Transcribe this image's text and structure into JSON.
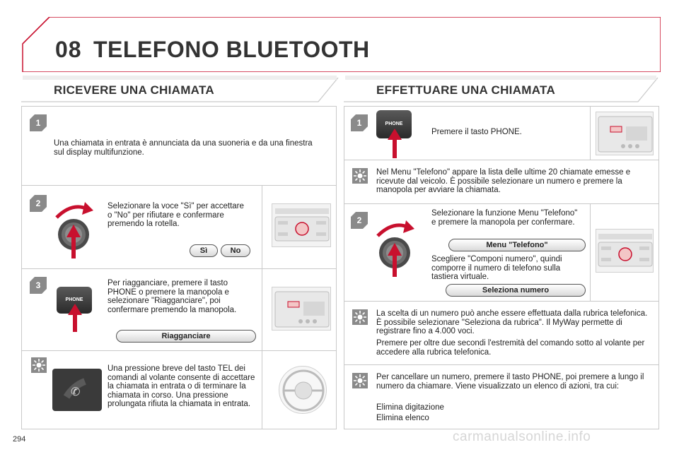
{
  "header": {
    "chapter": "08",
    "title": "TELEFONO BLUETOOTH"
  },
  "left": {
    "title": "RICEVERE UNA CHIAMATA",
    "step1": {
      "num": "1",
      "text": "Una chiamata in entrata è annunciata da una suoneria e da una finestra sul display multifunzione."
    },
    "step2": {
      "num": "2",
      "text": "Selezionare la voce \"Sì\" per accettare o \"No\" per rifiutare e confermare premendo la rotella.",
      "yes": "Sì",
      "no": "No"
    },
    "step3": {
      "num": "3",
      "text": "Per riagganciare, premere il tasto PHONE o premere la manopola e selezionare \"Riagganciare\", poi confermare premendo la manopola.",
      "pill": "Riagganciare",
      "button": "PHONE"
    },
    "tip": {
      "text": "Una pressione breve del tasto TEL dei comandi al volante consente di accettare la chiamata in entrata o di terminare la chiamata in corso. Una pressione prolungata rifiuta la chiamata in entrata."
    }
  },
  "right": {
    "title": "EFFETTUARE UNA CHIAMATA",
    "step1": {
      "num": "1",
      "text": "Premere il tasto PHONE.",
      "button": "PHONE"
    },
    "tip1": {
      "text": "Nel Menu \"Telefono\" appare la lista delle ultime 20 chiamate emesse e ricevute dal veicolo. È possibile selezionare un numero e premere la manopola per avviare la chiamata."
    },
    "step2": {
      "num": "2",
      "text1": "Selezionare la funzione Menu \"Telefono\" e premere la manopola per confermare.",
      "pill1": "Menu \"Telefono\"",
      "text2": "Scegliere \"Componi numero\", quindi comporre il numero di telefono sulla tastiera virtuale.",
      "pill2": "Seleziona numero"
    },
    "tip2": {
      "p1": "La scelta di un numero può anche essere effettuata dalla rubrica telefonica. È possibile selezionare \"Seleziona da rubrica\". Il MyWay permette di registrare fino a 4.000 voci.",
      "p2": "Premere per oltre due secondi l'estremità del comando sotto al volante per accedere alla rubrica telefonica."
    },
    "tip3": {
      "p1": "Per cancellare un numero, premere il tasto PHONE, poi premere a lungo il numero da chiamare. Viene visualizzato un elenco di azioni, tra cui:",
      "item1": "Elimina digitazione",
      "item2": "Elimina elenco"
    }
  },
  "footer": {
    "page": "294",
    "watermark": "carmanualsonline.info"
  },
  "colors": {
    "accent": "#c8102e",
    "badge": "#8a8a8a",
    "border": "#c9c9c9"
  }
}
